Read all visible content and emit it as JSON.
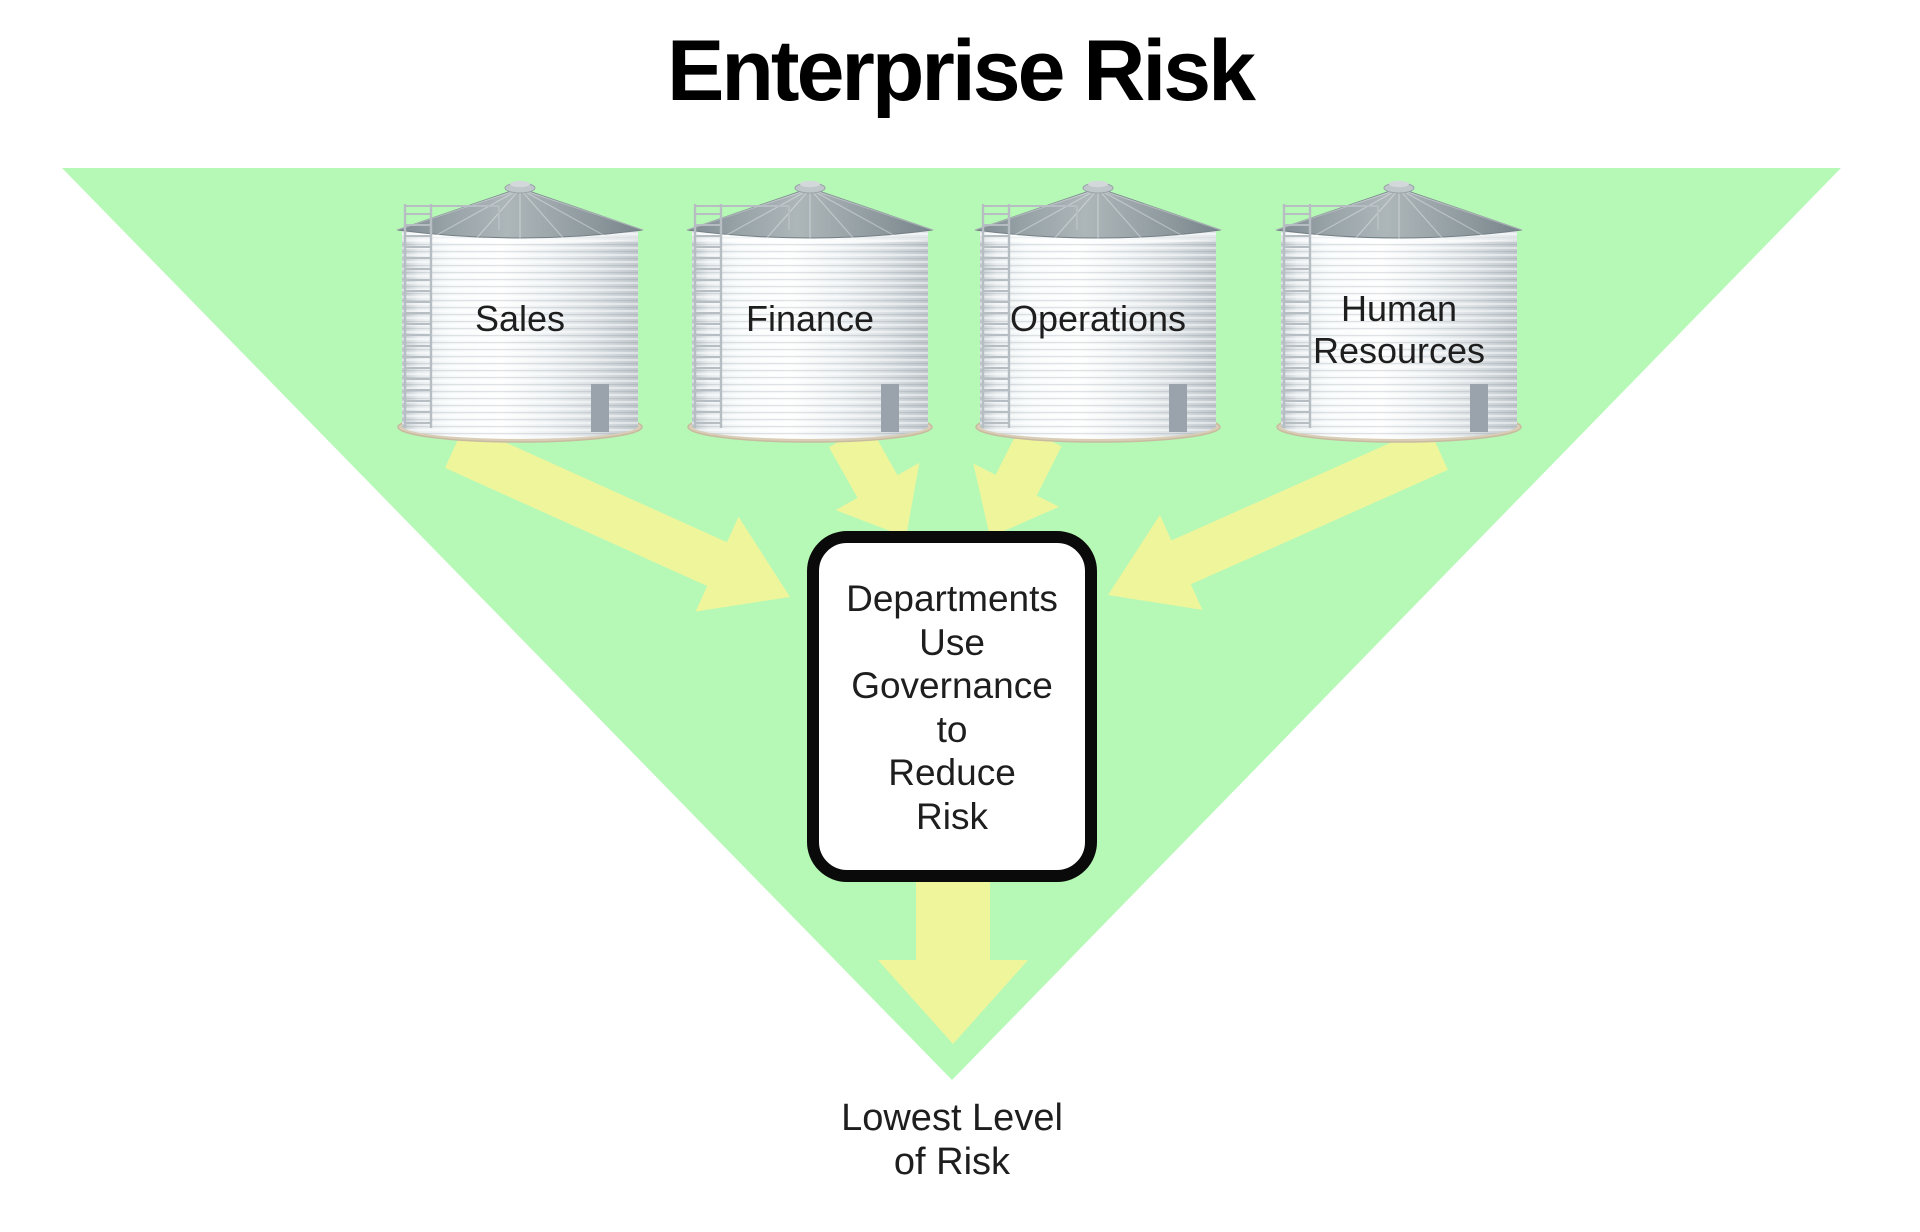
{
  "title": "Enterprise Risk",
  "silos": [
    {
      "label": "Sales"
    },
    {
      "label": "Finance"
    },
    {
      "label": "Operations"
    },
    {
      "label": "Human\nResources"
    }
  ],
  "governance_box": {
    "text": "Departments\nUse\nGovernance\nto\nReduce\nRisk"
  },
  "funnel": {
    "bottom_caption": "Lowest Level\nof Risk"
  },
  "colors": {
    "funnel_green": "#b6f9b6",
    "arrow_yellow": "#eff59b",
    "box_border": "#0a0a0a",
    "box_fill": "#ffffff"
  }
}
